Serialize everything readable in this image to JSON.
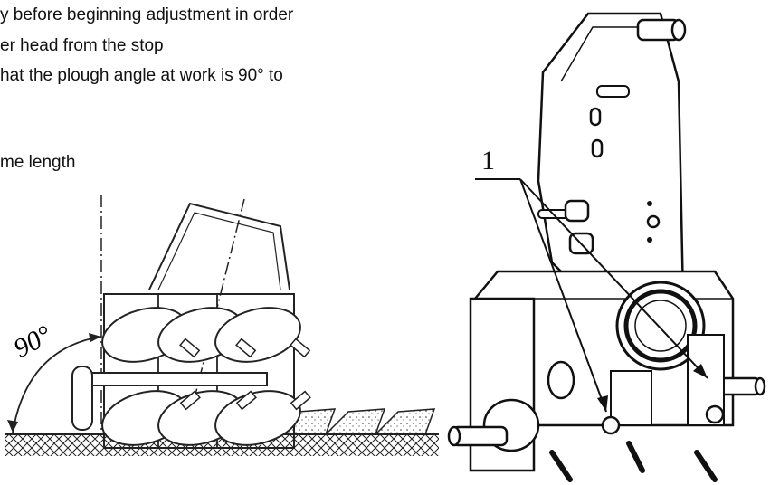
{
  "text": {
    "line1": "y before beginning adjustment in order",
    "line2": "er head from the stop",
    "line3": "hat the plough angle at work is 90° to",
    "line4": "me length"
  },
  "figure_left": {
    "angle_label": "90°"
  },
  "figure_right": {
    "callout_label": "1"
  }
}
